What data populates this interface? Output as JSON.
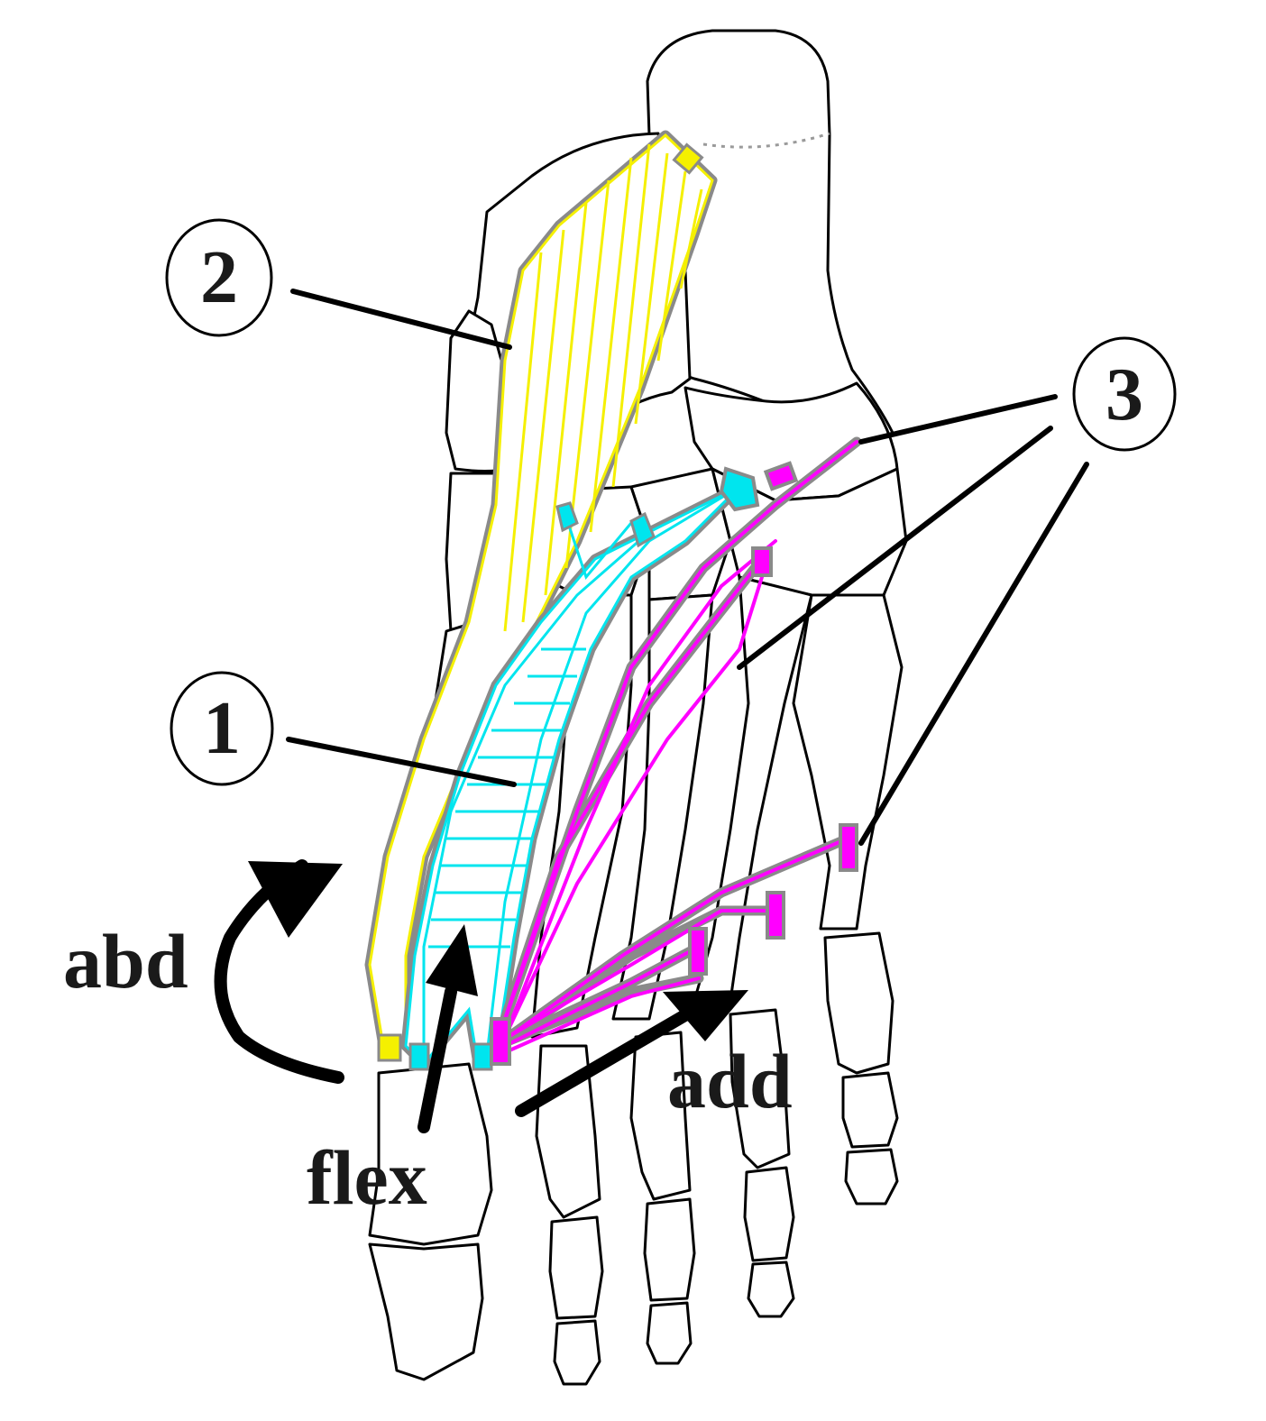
{
  "callouts": [
    {
      "number": "1",
      "muscle": "cyan"
    },
    {
      "number": "2",
      "muscle": "yellow"
    },
    {
      "number": "3",
      "muscle": "magenta"
    }
  ],
  "motion_labels": {
    "abduction": "abd",
    "flexion": "flex",
    "adduction": "add"
  },
  "colors": {
    "muscle_1": "#00e5ee",
    "muscle_2": "#f5f000",
    "muscle_3": "#ff00ff",
    "muscle_outline": "#8a8a8a",
    "bone_outline": "#000000"
  }
}
